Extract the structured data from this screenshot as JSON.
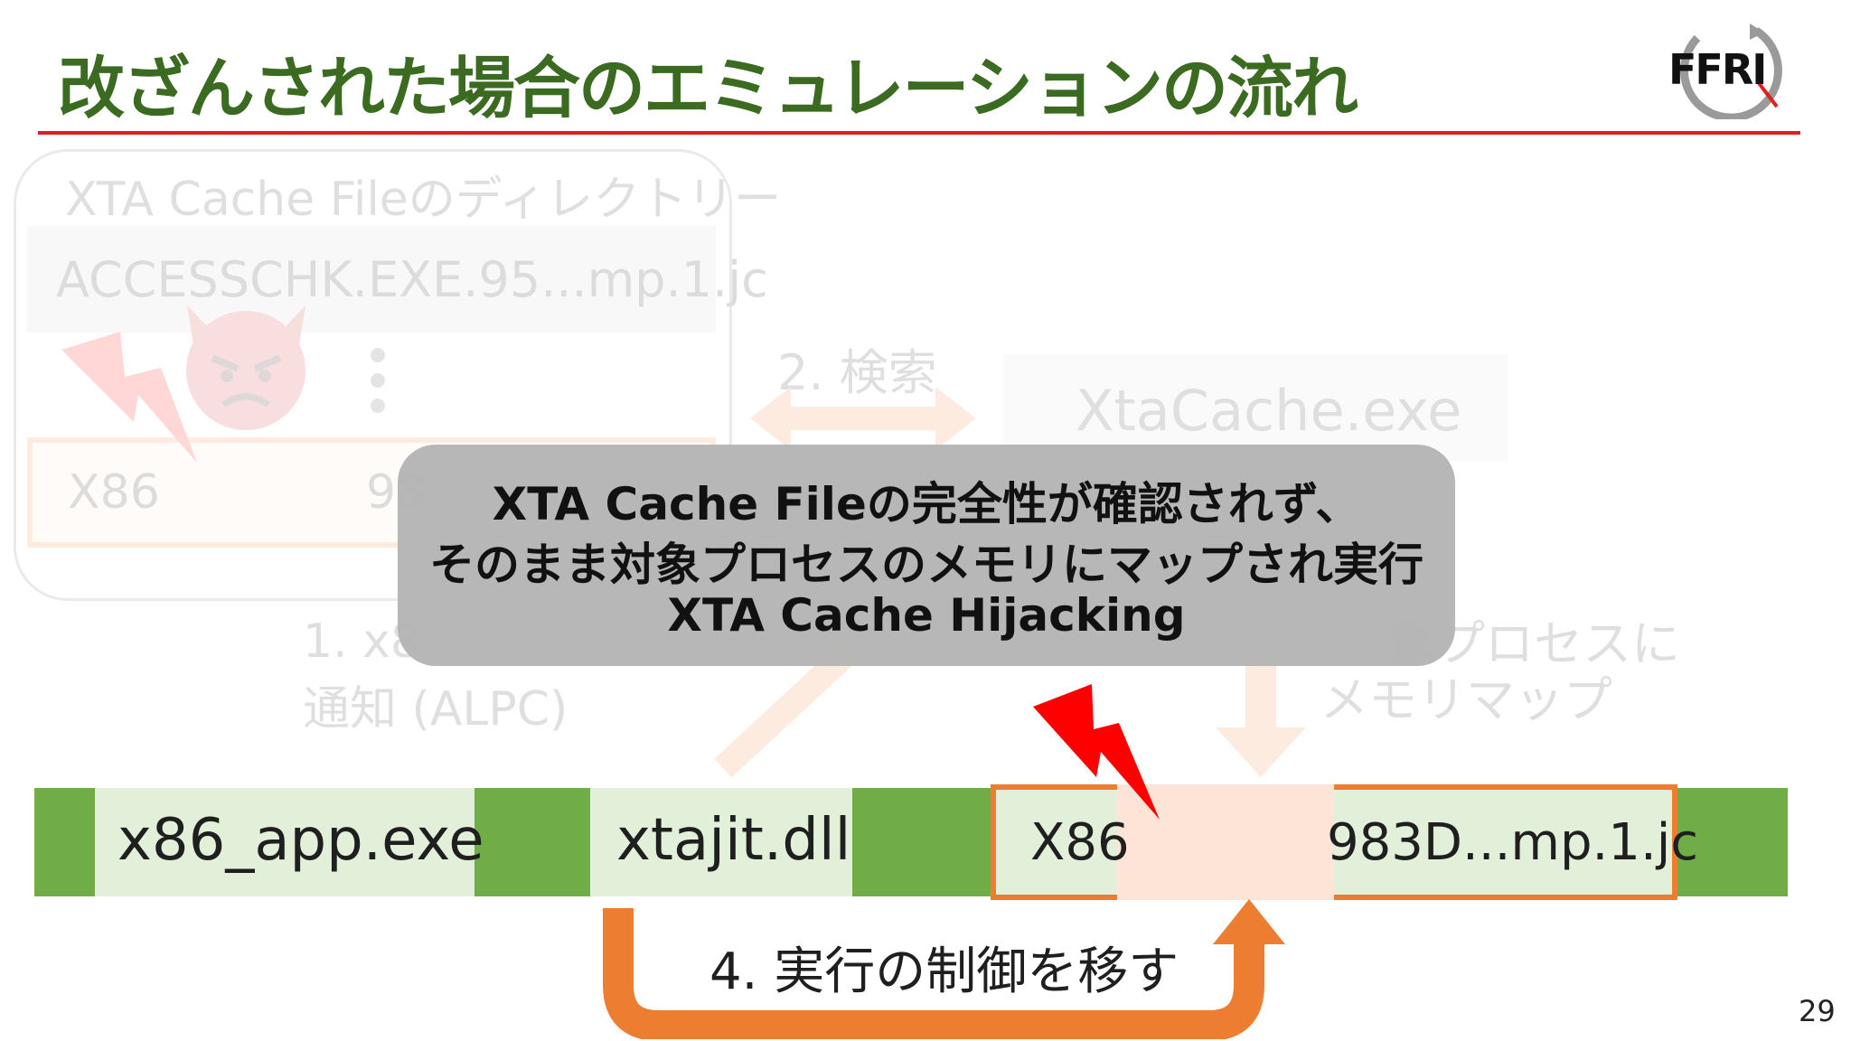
{
  "title": "改ざんされた場合のエミュレーションの流れ",
  "logo_text": "FFRI",
  "directory": {
    "title": "XTA Cache Fileのディレクトリー",
    "entry1": "ACCESSCHK.EXE.95...mp.1.jc",
    "entry2_prefix": "X86",
    "entry2_suffix": "98"
  },
  "steps": {
    "search": "2. 検索",
    "cache_process": "XtaCache.exe",
    "step1_line1": "1. x8",
    "step1_line2": "通知 (ALPC)",
    "step3_line1": "象プロセスに",
    "step3_line2": "メモリマップ",
    "step4": "4. 実行の制御を移す"
  },
  "memory_bar": {
    "app": "x86_app.exe",
    "jit": "xtajit.dll",
    "jc_prefix": "X86",
    "jc_suffix": "983D...mp.1.jc"
  },
  "callout": {
    "line1": "XTA Cache Fileの完全性が確認されず、",
    "line2": "そのまま対象プロセスのメモリにマップされ実行",
    "line3": "XTA Cache Hijacking"
  },
  "page_number": "29",
  "colors": {
    "title": "#3b6a21",
    "rule": "#e0201f",
    "bar": "#70ad47",
    "cell": "#e2efd9",
    "accent": "#ed7d31",
    "callout": "#b4b4b4",
    "lightning": "#ff0000"
  }
}
